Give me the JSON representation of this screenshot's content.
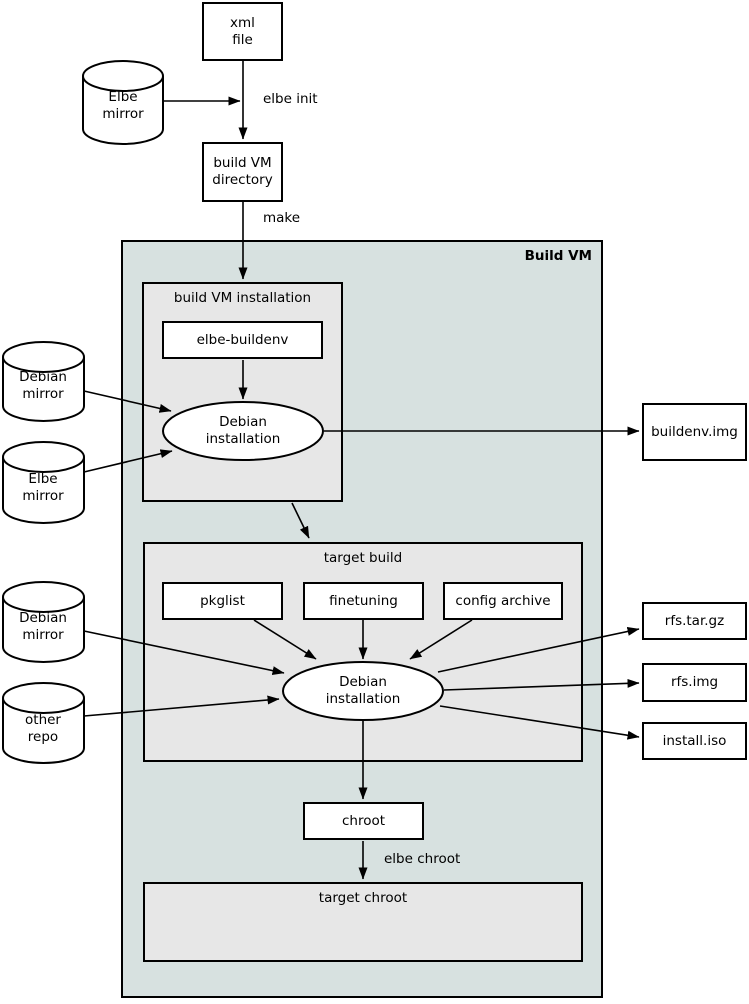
{
  "diagram_title": "Build VM",
  "nodes": {
    "xml_file": {
      "lines": [
        "xml",
        "file"
      ]
    },
    "elbe_mirror_top": {
      "lines": [
        "Elbe",
        "mirror"
      ]
    },
    "build_vm_directory": {
      "lines": [
        "build VM",
        "directory"
      ]
    },
    "build_vm_installation": {
      "label": "build VM installation"
    },
    "elbe_buildenv": {
      "label": "elbe-buildenv"
    },
    "debian_installation_1": {
      "lines": [
        "Debian",
        "installation"
      ]
    },
    "debian_mirror_1": {
      "lines": [
        "Debian",
        "mirror"
      ]
    },
    "elbe_mirror_left": {
      "lines": [
        "Elbe",
        "mirror"
      ]
    },
    "buildenv_img": {
      "label": "buildenv.img"
    },
    "target_build": {
      "label": "target build"
    },
    "pkglist": {
      "label": "pkglist"
    },
    "finetuning": {
      "label": "finetuning"
    },
    "config_archive": {
      "label": "config archive"
    },
    "debian_installation_2": {
      "lines": [
        "Debian",
        "installation"
      ]
    },
    "debian_mirror_2": {
      "lines": [
        "Debian",
        "mirror"
      ]
    },
    "other_repo": {
      "lines": [
        "other",
        "repo"
      ]
    },
    "rfs_tar_gz": {
      "label": "rfs.tar.gz"
    },
    "rfs_img": {
      "label": "rfs.img"
    },
    "install_iso": {
      "label": "install.iso"
    },
    "chroot": {
      "label": "chroot"
    },
    "target_chroot": {
      "label": "target chroot"
    }
  },
  "edge_labels": {
    "elbe_init": "elbe init",
    "make": "make",
    "elbe_chroot": "elbe chroot"
  },
  "colors": {
    "build_vm_fill": "#d7e1e0",
    "cluster_fill": "#e7e7e7",
    "node_fill": "#ffffff",
    "line": "#000000"
  }
}
